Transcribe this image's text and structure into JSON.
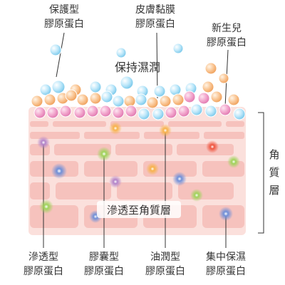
{
  "labels": {
    "top_left": [
      "保護型",
      "膠原蛋白"
    ],
    "top_center": [
      "皮膚黏膜",
      "膠原蛋白"
    ],
    "top_right": [
      "新生兒",
      "膠原蛋白"
    ],
    "moisture": "保持濕潤",
    "penetrate": "滲透至角質層",
    "bottom_1": [
      "滲透型",
      "膠原蛋白"
    ],
    "bottom_2": [
      "膠囊型",
      "膠原蛋白"
    ],
    "bottom_3": [
      "油潤型",
      "膠原蛋白"
    ],
    "bottom_4": [
      "集中保濕",
      "膠原蛋白"
    ],
    "side": [
      "角",
      "質",
      "層"
    ]
  },
  "colors": {
    "skin_fill": "#fbe0dc",
    "block_fill": "#f6c2bd",
    "text": "#333333",
    "line": "#333333",
    "sphere_blue": "#8fd3f0",
    "sphere_orange": "#f6b27a",
    "sphere_pink": "#ee8fbf",
    "glow_blue": "#6f8fd8",
    "glow_green": "#9fd35a",
    "glow_orange": "#f7b24a",
    "glow_red": "#f0553f",
    "glow_purple": "#b283c9"
  },
  "icons": {
    "blue": "blue-collagen-sphere-icon",
    "orange": "orange-collagen-sphere-icon",
    "pink": "pink-collagen-sphere-icon",
    "glow": "glowing-collagen-particle-icon"
  }
}
